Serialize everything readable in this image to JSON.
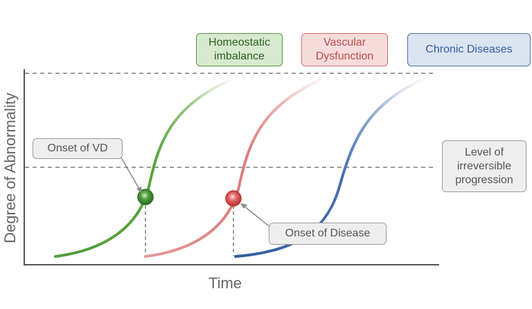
{
  "labels": {
    "homeostatic": "Homeostatic\nimbalance",
    "vascular": "Vascular\nDysfunction",
    "chronic": "Chronic Diseases",
    "onset_vd": "Onset of VD",
    "onset_disease": "Onset of Disease",
    "level": "Level of\nirreversible\nprogression"
  },
  "axes": {
    "x": "Time",
    "y": "Degree of Abnormality"
  },
  "colors": {
    "green": "#5aa63f",
    "red": "#dd8080",
    "blue": "#3b67a8",
    "dashed": "#7a7a7a",
    "axis": "#555555"
  }
}
